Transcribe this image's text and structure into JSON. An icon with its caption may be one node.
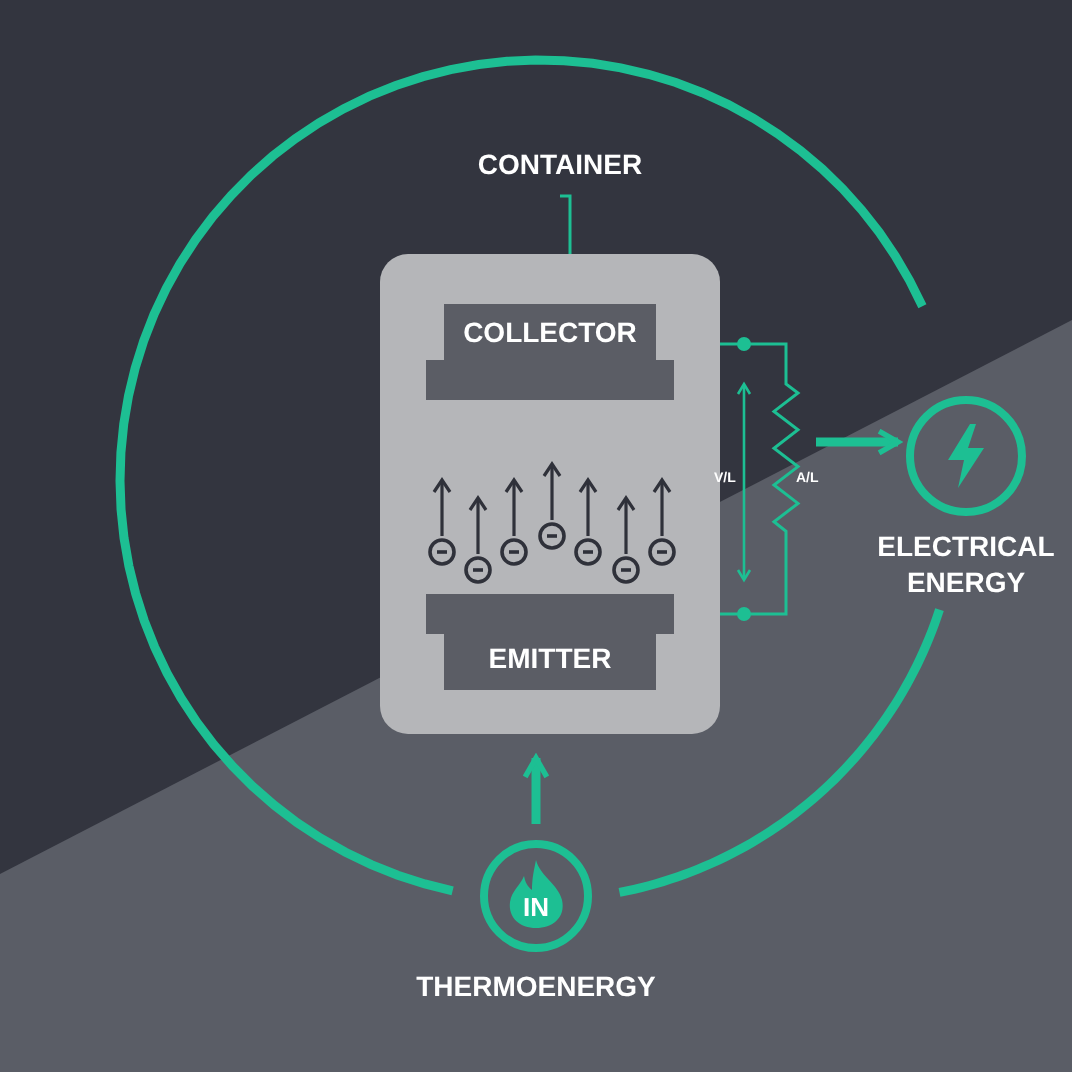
{
  "diagram": {
    "nodes": [
      {
        "text": [
          "CONTAINER"
        ]
      },
      {
        "text": [],
        "shape": "box"
      },
      {
        "text": [
          "COLLECTOR"
        ],
        "in": 1
      },
      {
        "text": [
          "EMITTER"
        ],
        "in": 1
      },
      {
        "text": [],
        "shape": "circle",
        "beside": [
          "ELECTRICAL ENERGY"
        ]
      },
      {
        "text": [
          "IN"
        ],
        "beside": [
          "THERMOENERGY"
        ]
      }
    ],
    "edges": [
      {
        "from": 0,
        "to": 1,
        "arrow": "none"
      },
      {
        "from": 2,
        "to": 3,
        "arrow": "none"
      },
      {
        "from": null,
        "to": 4,
        "arrow": "to"
      },
      {
        "from": 5,
        "to": 1,
        "arrow": "to"
      },
      {
        "from": 5,
        "to": 4,
        "arrow": "none"
      },
      {
        "from": 4,
        "to": 5,
        "arrow": "none"
      }
    ],
    "labels": [
      "V/L",
      "A/L"
    ]
  }
}
